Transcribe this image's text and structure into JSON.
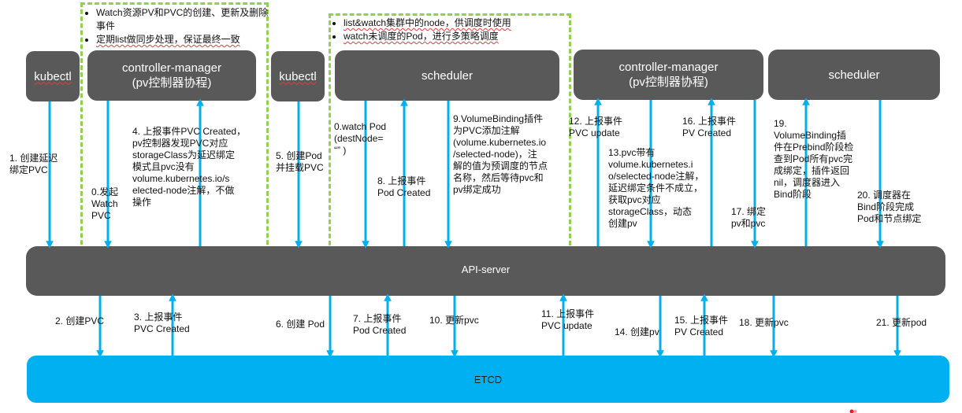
{
  "colors": {
    "node_bg": "#595959",
    "etcd_bg": "#00b0f0",
    "arrow": "#00b0f0",
    "group_border": "#92d050"
  },
  "nodes": {
    "kubectl_1": "kubectl",
    "controller_manager_1": {
      "line1": "controller-manager",
      "line2": "(pv控制器协程)"
    },
    "kubectl_2": "kubectl",
    "scheduler_1": "scheduler",
    "controller_manager_2": {
      "line1": "controller-manager",
      "line2": "(pv控制器协程)"
    },
    "scheduler_2": "scheduler",
    "api_server": "API-server",
    "etcd": "ETCD"
  },
  "groups": {
    "controller_group": {
      "bullets": [
        "Watch资源PV和PVC的创建、更新及删除事件",
        "定期list做同步处理，保证最终一致"
      ]
    },
    "scheduler_group": {
      "bullets": [
        "list&watch集群中的node，供调度时使用",
        "watch未调度的Pod，进行多策略调度"
      ]
    }
  },
  "steps": {
    "s0_watch_pvc": "0.发起\nWatch\nPVC",
    "s0_watch_pod": "0.watch Pod\n(destNode=\n  “”  )",
    "s1": "1. 创建延迟\n绑定PVC",
    "s2": "2. 创建PVC",
    "s3": "3. 上报事件\nPVC Created",
    "s4": "4. 上报事件PVC Created，\npv控制器发现PVC对应\nstorageClass为延迟绑定\n模式且pvc没有\nvolume.kubernetes.io/s\nelected-node注解，不做\n操作",
    "s5": "5. 创建Pod\n并挂载PVC",
    "s6": "6. 创建 Pod",
    "s7": "7. 上报事件\nPod Created",
    "s8": "8. 上报事件\nPod Created",
    "s9": "9.VolumeBinding插件\n为PVC添加注解\n(volume.kubernetes.io\n/selected-node)，注\n解的值为预调度的节点\n名称，然后等待pvc和\npv绑定成功",
    "s10": "10. 更新pvc",
    "s11": "11. 上报事件\nPVC update",
    "s12": "12. 上报事件\nPVC update",
    "s13": "13.pvc带有\nvolume.kubernetes.i\no/selected-node注解，\n延迟绑定条件不成立，\n获取pvc对应\nstorageClass，动态\n创建pv",
    "s14": "14. 创建pv",
    "s15": "15. 上报事件\nPV  Created",
    "s16": "16. 上报事件\nPV Created",
    "s17": "17. 绑定\npv和pvc",
    "s18": "18. 更新pvc",
    "s19": "19.\nVolumeBinding插\n件在Prebind阶段检\n查到Pod所有pvc完\n成绑定，插件返回\nnil，调度器进入\nBind阶段",
    "s20": "20. 调度器在\nBind阶段完成\nPod和节点绑定",
    "s21": "21. 更新pod"
  },
  "arrows": {
    "upper": [
      {
        "id": "a1",
        "dir": "down",
        "label": "1"
      },
      {
        "id": "a0pvc",
        "dir": "down",
        "label": "0"
      },
      {
        "id": "a4",
        "dir": "up",
        "label": "4"
      },
      {
        "id": "a5",
        "dir": "down",
        "label": "5"
      },
      {
        "id": "a0pod",
        "dir": "down",
        "label": "0"
      },
      {
        "id": "a8",
        "dir": "up",
        "label": "8"
      },
      {
        "id": "a9",
        "dir": "down",
        "label": "9"
      },
      {
        "id": "a12",
        "dir": "up",
        "label": "12"
      },
      {
        "id": "a13",
        "dir": "down",
        "label": "13"
      },
      {
        "id": "a16",
        "dir": "up",
        "label": "16"
      },
      {
        "id": "a17",
        "dir": "down",
        "label": "17"
      },
      {
        "id": "a19",
        "dir": "up",
        "label": "19"
      },
      {
        "id": "a20",
        "dir": "down",
        "label": "20"
      }
    ],
    "lower": [
      {
        "id": "a2",
        "dir": "down",
        "label": "2"
      },
      {
        "id": "a3",
        "dir": "up",
        "label": "3"
      },
      {
        "id": "a6",
        "dir": "down",
        "label": "6"
      },
      {
        "id": "a7",
        "dir": "up",
        "label": "7"
      },
      {
        "id": "a10",
        "dir": "down",
        "label": "10"
      },
      {
        "id": "a11",
        "dir": "up",
        "label": "11"
      },
      {
        "id": "a14",
        "dir": "down",
        "label": "14"
      },
      {
        "id": "a15",
        "dir": "up",
        "label": "15"
      },
      {
        "id": "a18",
        "dir": "down",
        "label": "18"
      },
      {
        "id": "a21",
        "dir": "down",
        "label": "21"
      }
    ]
  }
}
